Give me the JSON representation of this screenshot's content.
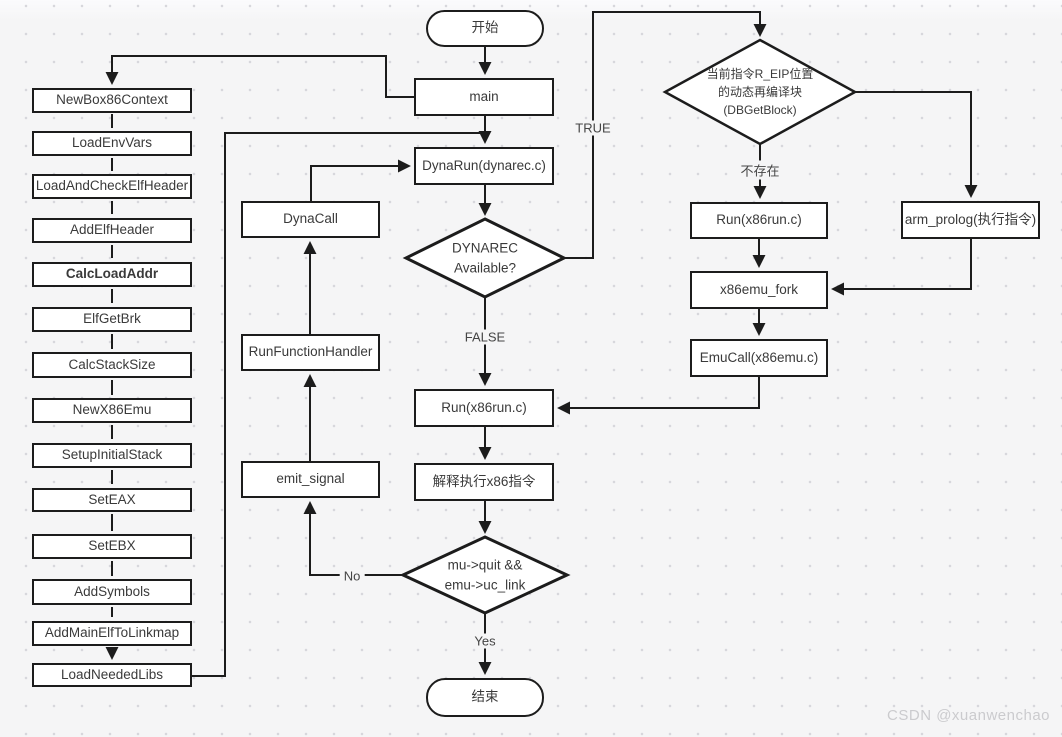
{
  "terminals": {
    "start": "开始",
    "end": "结束"
  },
  "left_chain": [
    "NewBox86Context",
    "LoadEnvVars",
    "LoadAndCheckElfHeader",
    "AddElfHeader",
    "CalcLoadAddr",
    "ElfGetBrk",
    "CalcStackSize",
    "NewX86Emu",
    "SetupInitialStack",
    "SetEAX",
    "SetEBX",
    "AddSymbols",
    "AddMainElfToLinkmap",
    "LoadNeededLibs"
  ],
  "center_nodes": {
    "main": "main",
    "dynarun": "DynaRun(dynarec.c)",
    "run": "Run(x86run.c)",
    "interpret": "解释执行x86指令"
  },
  "mid_nodes": {
    "dynacall": "DynaCall",
    "run_function_handler": "RunFunctionHandler",
    "emit_signal": "emit_signal"
  },
  "right_nodes": {
    "run": "Run(x86run.c)",
    "x86emu_fork": "x86emu_fork",
    "emucall": "EmuCall(x86emu.c)",
    "arm_prolog": "arm_prolog(执行指令)"
  },
  "decisions": {
    "dynarec": {
      "line1": "DYNAREC",
      "line2": "Available?"
    },
    "dbgetblock": {
      "line1": "当前指令R_EIP位置",
      "line2": "的动态再编译块",
      "line3": "(DBGetBlock)"
    },
    "quit_check": {
      "line1": "mu->quit &&",
      "line2": "emu->uc_link"
    }
  },
  "edge_labels": {
    "true_label": "TRUE",
    "false_label": "FALSE",
    "yes": "Yes",
    "no": "No",
    "not_exist": "不存在"
  },
  "colors": {
    "stroke": "#1c1c1c",
    "background": "#f5f5f6",
    "dot": "#d7d7dc"
  },
  "watermark": "CSDN @xuanwenchao"
}
